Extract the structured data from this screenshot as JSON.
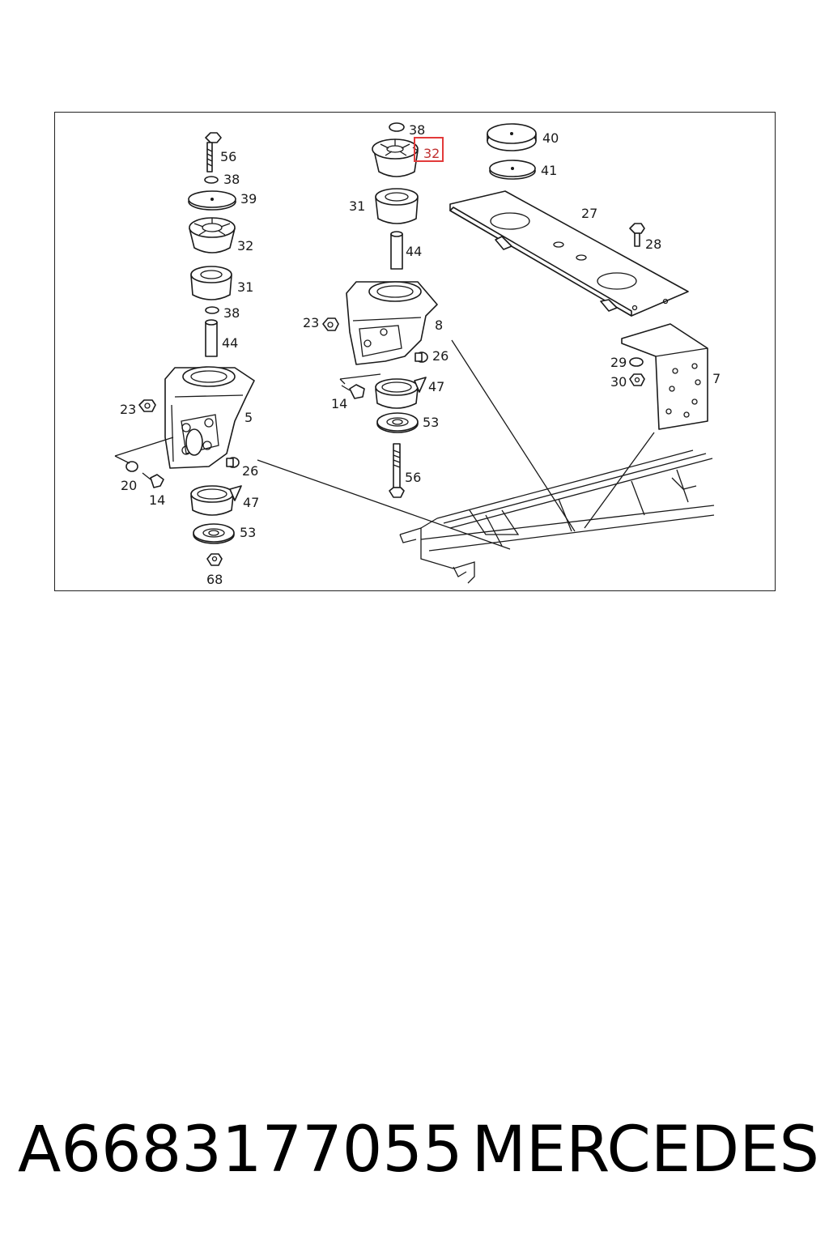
{
  "highlighted_part": "32",
  "labels": {
    "l56a": "56",
    "l38a": "38",
    "l39": "39",
    "l32a": "32",
    "l31a": "31",
    "l38b": "38",
    "l44a": "44",
    "l23a": "23",
    "l5": "5",
    "l20": "20",
    "l14a": "14",
    "l26a": "26",
    "l47a": "47",
    "l53a": "53",
    "l68": "68",
    "l38c": "38",
    "l32b": "32",
    "l31b": "31",
    "l44b": "44",
    "l23b": "23",
    "l8": "8",
    "l26b": "26",
    "l14b": "14",
    "l47b": "47",
    "l53b": "53",
    "l56b": "56",
    "l40": "40",
    "l41": "41",
    "l27": "27",
    "l28": "28",
    "l29": "29",
    "l30": "30",
    "l7": "7"
  },
  "caption": {
    "part_number": "A6683177055",
    "brand": "MERCEDES"
  },
  "colors": {
    "highlight": "#e23a3a",
    "line": "#1a1a1a"
  }
}
